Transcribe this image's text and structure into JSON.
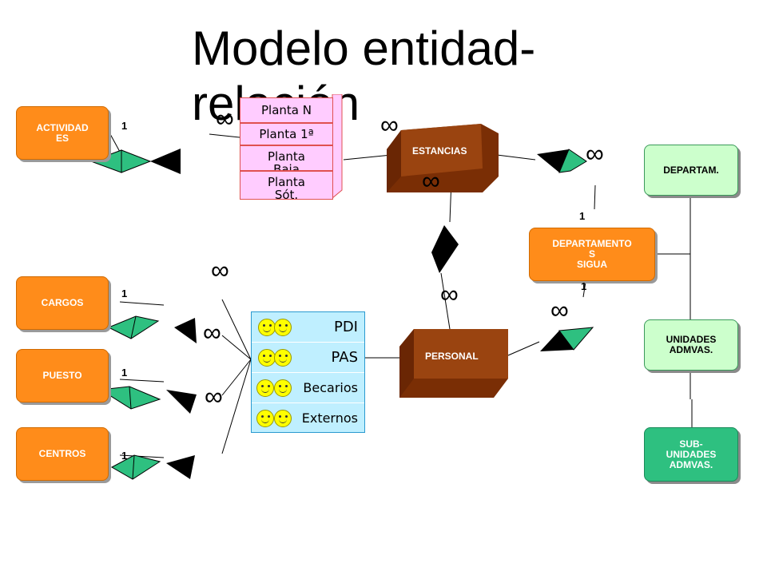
{
  "title": "Modelo entidad-relación",
  "entities": {
    "actividades": "ACTIVIDAD\nES",
    "cargos": "CARGOS",
    "puesto": "PUESTO",
    "centros": "CENTROS",
    "estancias": "ESTANCIAS",
    "personal": "PERSONAL",
    "departamentos_sigua": "DEPARTAMENTO\nS\nSIGUA",
    "departam": "DEPARTAM.",
    "unidades": "UNIDADES\nADMVAS.",
    "subunidades": "SUB-\nUNIDADES\nADMVAS."
  },
  "plantas": [
    "Planta N",
    "Planta 1ª",
    "Planta\nBaja",
    "Planta\nSót."
  ],
  "personal_types": [
    "PDI",
    "PAS",
    "Becarios",
    "Externos"
  ],
  "cardinality": {
    "one": "1",
    "many": "∞"
  },
  "colors": {
    "orange": "#ff8c1a",
    "brown": "#8b3a0f",
    "green_light": "#ccffcc",
    "green_dark": "#2ec080",
    "rel_green": "#2ec080",
    "panel": "#bfefff",
    "planta": "#ffccff"
  }
}
